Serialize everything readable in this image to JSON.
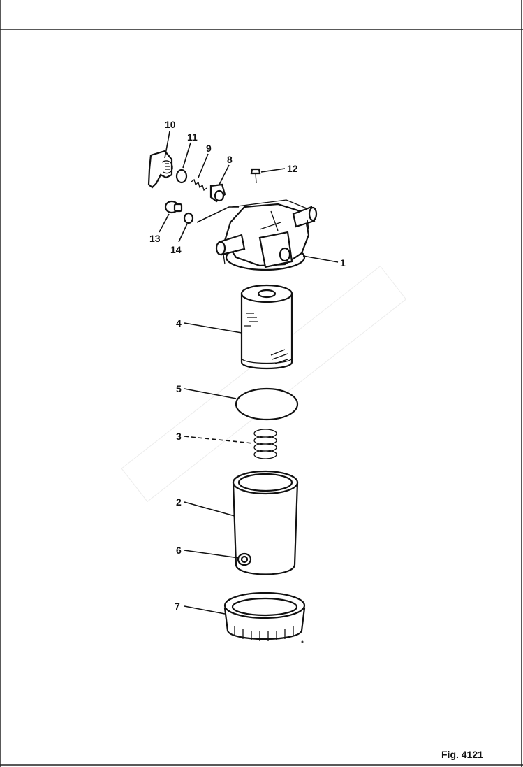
{
  "figure": {
    "label": "Fig. 4121",
    "callouts": {
      "c1": "1",
      "c2": "2",
      "c3": "3",
      "c4": "4",
      "c5": "5",
      "c6": "6",
      "c7": "7",
      "c8": "8",
      "c9": "9",
      "c10": "10",
      "c11": "11",
      "c12": "12",
      "c13": "13",
      "c14": "14"
    }
  }
}
